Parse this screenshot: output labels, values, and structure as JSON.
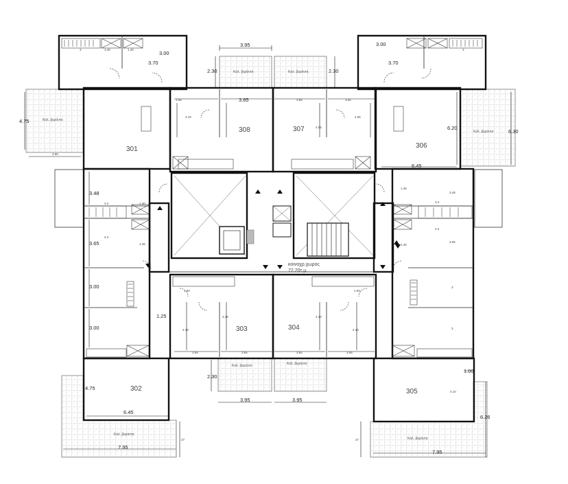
{
  "units": [
    "301",
    "302",
    "303",
    "304",
    "305",
    "306",
    "307",
    "308"
  ],
  "balcony_label": "Καλ. βεράντα",
  "common_area": {
    "label": "κοινοχρ.χωρος",
    "area": "72.20τ.μ."
  },
  "dims": [
    "3.95",
    "2.30",
    "2.30",
    "3.00",
    "3.70",
    "3.00",
    "3.70",
    "3.85",
    "3.55",
    "3.85",
    "3.55",
    "4.10",
    "4.05",
    "4.05",
    "4.75",
    "3.85",
    "6.20",
    "6.30",
    "6.45",
    "3.48",
    "3.65",
    "3.00",
    "3.00",
    "1.25",
    "2.30",
    "3.95",
    "3.95",
    "4.75",
    "6.45",
    "7.95",
    "1.00",
    "6.26",
    "7.95",
    "27",
    "27",
    "3.48",
    "3.65",
    "3",
    "3",
    "4.10",
    "4.10",
    "4.10",
    "4.10",
    "3.55",
    "3.65",
    "3.65",
    "3.55",
    "4.10"
  ],
  "small_dims": [
    "3",
    "1.40",
    "1.40",
    "3",
    "3.4",
    "3.4",
    "1.40",
    "1.45",
    "3.4",
    "3.4",
    "1.45",
    "1.45",
    "1.50",
    "1.50"
  ],
  "colors": {
    "wall": "#111111",
    "tile": "#bdbdbd",
    "stair_shade": "#999999"
  }
}
